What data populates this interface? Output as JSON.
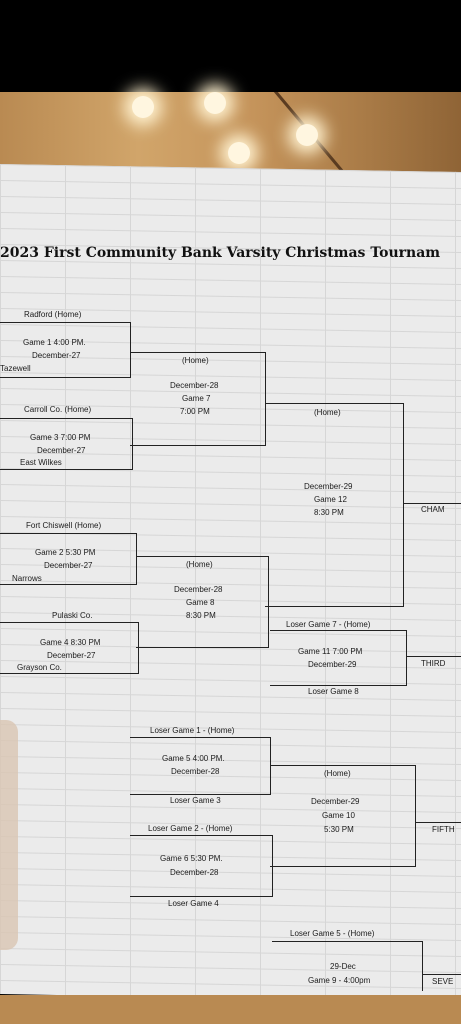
{
  "title": "2023 First Community Bank Varsity Christmas Tournam",
  "teams": {
    "radford": "Radford (Home)",
    "tazewell": "Tazewell",
    "carroll": "Carroll Co. (Home)",
    "east_wilkes": "East Wilkes",
    "fort_chiswell": "Fort Chiswell (Home)",
    "narrows": "Narrows",
    "pulaski": "Pulaski Co.",
    "grayson": "Grayson Co."
  },
  "games": {
    "g1": [
      "Game 1 4:00 PM.",
      "December-27"
    ],
    "g3": [
      "Game 3 7:00 PM",
      "December-27"
    ],
    "g2": [
      "Game 2  5:30 PM",
      "December-27"
    ],
    "g4": [
      "Game 4 8:30 PM",
      "December-27"
    ],
    "g7": [
      "(Home)",
      "December-28",
      "Game 7",
      "7:00 PM"
    ],
    "g8": [
      "(Home)",
      "December-28",
      "Game 8",
      "8:30 PM"
    ],
    "g12": [
      "(Home)",
      "December-29",
      "Game 12",
      "8:30 PM"
    ],
    "g11": [
      "Loser Game 7 - (Home)",
      "Game 11 7:00 PM",
      "December-29",
      "Loser Game 8"
    ],
    "g5": [
      "Loser Game 1 - (Home)",
      "Game 5  4:00 PM.",
      "December-28",
      "Loser Game 3"
    ],
    "g6": [
      "Loser Game 2 - (Home)",
      "Game 6  5:30 PM.",
      "December-28",
      "Loser Game 4"
    ],
    "g10": [
      "(Home)",
      "December-29",
      "Game 10",
      "5:30 PM"
    ],
    "g9": [
      "Loser Game 5 - (Home)",
      "29-Dec",
      "Game 9 - 4:00pm"
    ]
  },
  "results": {
    "champ": "CHAM",
    "third": "THIRD",
    "fifth": "FIFTH",
    "seventh": "SEVE"
  }
}
